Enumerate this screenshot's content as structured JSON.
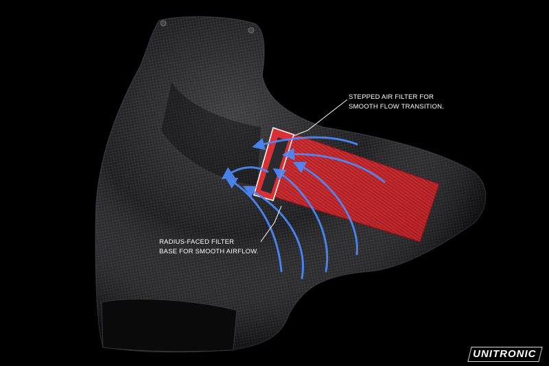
{
  "callouts": {
    "stepped_filter": {
      "line1": "STEPPED AIR FILTER FOR",
      "line2": "SMOOTH FLOW TRANSITION."
    },
    "radius_base": {
      "line1": "RADIUS-FACED FILTER",
      "line2": "BASE FOR SMOOTH AIRFLOW."
    }
  },
  "brand": {
    "name": "UNITRONIC"
  },
  "colors": {
    "background": "#000000",
    "carbon": "#1a1a1c",
    "filter_red": "#d42a2e",
    "airflow_blue": "#3f7cf0"
  }
}
